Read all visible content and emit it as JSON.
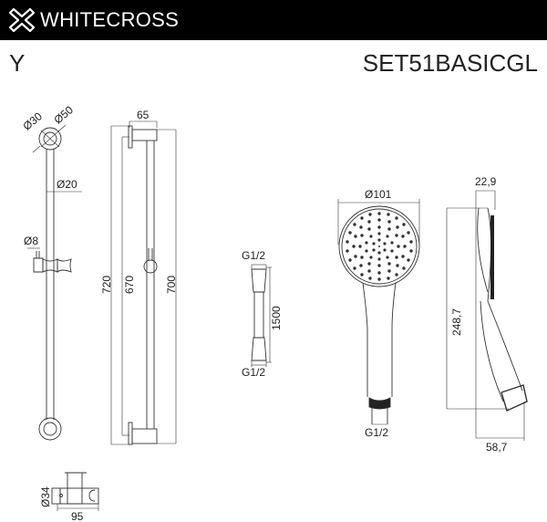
{
  "header": {
    "brand": "WHITECROSS",
    "logo_icon": "cross-outline-logo-icon",
    "background": "#000000"
  },
  "titles": {
    "series": "Y",
    "model": "SET51BASICGL"
  },
  "rail_front": {
    "dims": {
      "inner_diameter": "Ø30",
      "outer_diameter": "Ø50",
      "rail_diameter": "Ø20",
      "pin_diameter": "Ø8"
    }
  },
  "rail_side": {
    "dims": {
      "depth": "65",
      "total_height": "720",
      "bracket_span": "670",
      "rail_length": "700"
    }
  },
  "slider_top": {
    "dims": {
      "diameter": "Ø34",
      "width": "95"
    }
  },
  "hose": {
    "dims": {
      "top_thread": "G1/2",
      "length": "1500",
      "bottom_thread": "G1/2"
    }
  },
  "handshower_front": {
    "dims": {
      "head_diameter": "Ø101",
      "thread": "G1/2"
    }
  },
  "handshower_side": {
    "dims": {
      "head_thickness": "22,9",
      "length": "248,7",
      "depth": "58,7"
    }
  }
}
